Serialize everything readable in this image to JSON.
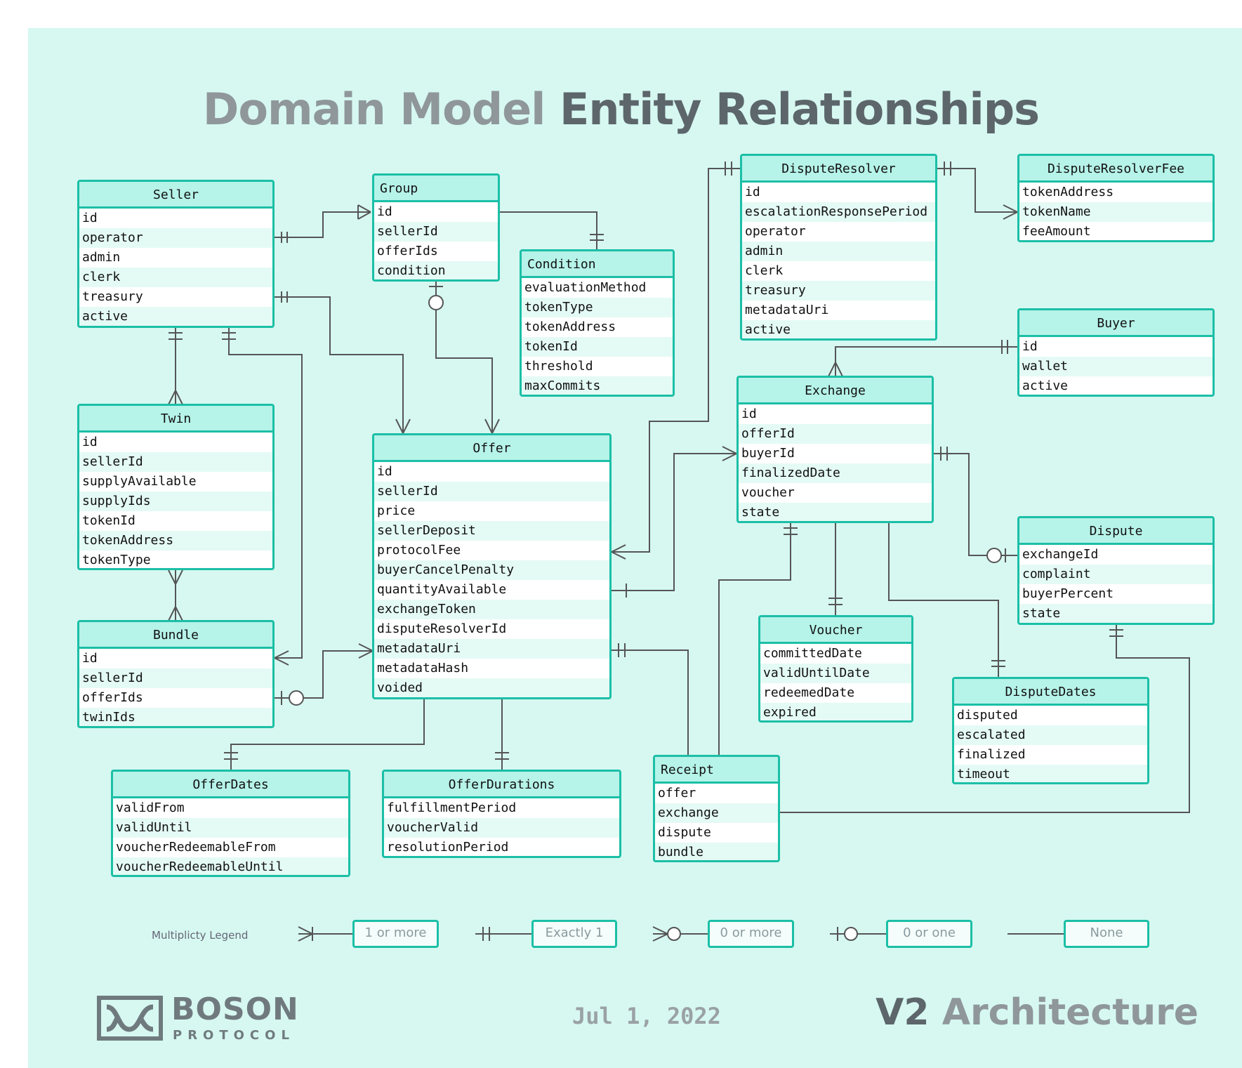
{
  "title": {
    "part1": "Domain Model",
    "part2": "Entity Relationships"
  },
  "entities": {
    "seller": {
      "name": "Seller",
      "fields": [
        "id",
        "operator",
        "admin",
        "clerk",
        "treasury",
        "active"
      ]
    },
    "group": {
      "name": "Group",
      "fields": [
        "id",
        "sellerId",
        "offerIds",
        "condition"
      ]
    },
    "condition": {
      "name": "Condition",
      "fields": [
        "evaluationMethod",
        "tokenType",
        "tokenAddress",
        "tokenId",
        "threshold",
        "maxCommits"
      ]
    },
    "twin": {
      "name": "Twin",
      "fields": [
        "id",
        "sellerId",
        "supplyAvailable",
        "supplyIds",
        "tokenId",
        "tokenAddress",
        "tokenType"
      ]
    },
    "bundle": {
      "name": "Bundle",
      "fields": [
        "id",
        "sellerId",
        "offerIds",
        "twinIds"
      ]
    },
    "offer": {
      "name": "Offer",
      "fields": [
        "id",
        "sellerId",
        "price",
        "sellerDeposit",
        "protocolFee",
        "buyerCancelPenalty",
        "quantityAvailable",
        "exchangeToken",
        "disputeResolverId",
        "metadataUri",
        "metadataHash",
        "voided"
      ]
    },
    "disputeResolver": {
      "name": "DisputeResolver",
      "fields": [
        "id",
        "escalationResponsePeriod",
        "operator",
        "admin",
        "clerk",
        "treasury",
        "metadataUri",
        "active"
      ]
    },
    "disputeResolverFee": {
      "name": "DisputeResolverFee",
      "fields": [
        "tokenAddress",
        "tokenName",
        "feeAmount"
      ]
    },
    "buyer": {
      "name": "Buyer",
      "fields": [
        "id",
        "wallet",
        "active"
      ]
    },
    "exchange": {
      "name": "Exchange",
      "fields": [
        "id",
        "offerId",
        "buyerId",
        "finalizedDate",
        "voucher",
        "state"
      ]
    },
    "dispute": {
      "name": "Dispute",
      "fields": [
        "exchangeId",
        "complaint",
        "buyerPercent",
        "state"
      ]
    },
    "voucher": {
      "name": "Voucher",
      "fields": [
        "committedDate",
        "validUntilDate",
        "redeemedDate",
        "expired"
      ]
    },
    "disputeDates": {
      "name": "DisputeDates",
      "fields": [
        "disputed",
        "escalated",
        "finalized",
        "timeout"
      ]
    },
    "receipt": {
      "name": "Receipt",
      "fields": [
        "offer",
        "exchange",
        "dispute",
        "bundle"
      ]
    },
    "offerDates": {
      "name": "OfferDates",
      "fields": [
        "validFrom",
        "validUntil",
        "voucherRedeemableFrom",
        "voucherRedeemableUntil"
      ]
    },
    "offerDurations": {
      "name": "OfferDurations",
      "fields": [
        "fulfillmentPeriod",
        "voucherValid",
        "resolutionPeriod"
      ]
    }
  },
  "legend": {
    "label": "Multiplicty Legend",
    "items": [
      {
        "symbol": "one-or-more",
        "label": "1 or more"
      },
      {
        "symbol": "exactly-one",
        "label": "Exactly 1"
      },
      {
        "symbol": "zero-or-more",
        "label": "0 or more"
      },
      {
        "symbol": "zero-or-one",
        "label": "0 or one"
      },
      {
        "symbol": "none",
        "label": "None"
      }
    ]
  },
  "footer": {
    "brand": "BOSON",
    "brand_sub": "PROTOCOL",
    "date": "Jul 1, 2022",
    "arch_part1": "V2",
    "arch_part2": "Architecture"
  },
  "colors": {
    "background": "#d6f8f1",
    "border": "#1bbfa6",
    "header": "#b6f3e9",
    "line": "#555555"
  }
}
